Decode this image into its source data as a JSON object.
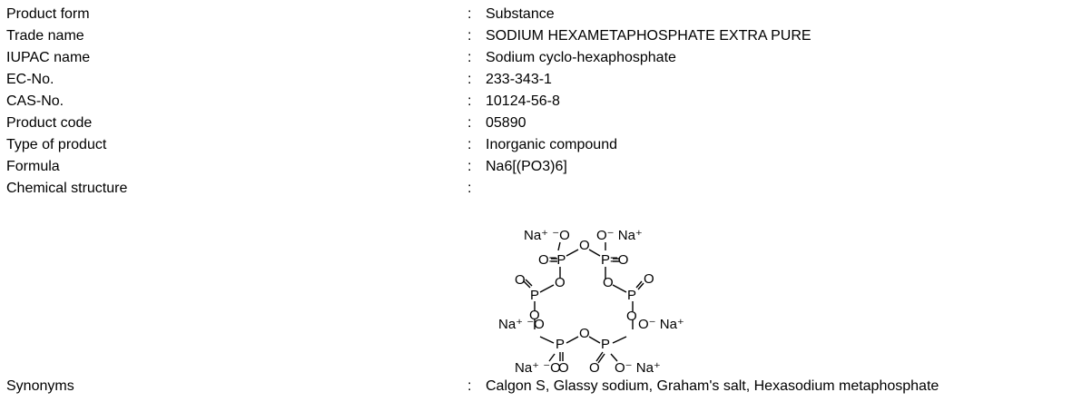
{
  "rows": [
    {
      "label": "Product form",
      "value": "Substance"
    },
    {
      "label": "Trade name",
      "value": "SODIUM HEXAMETAPHOSPHATE EXTRA PURE"
    },
    {
      "label": "IUPAC name",
      "value": "Sodium cyclo-hexaphosphate"
    },
    {
      "label": "EC-No.",
      "value": "233-343-1"
    },
    {
      "label": "CAS-No.",
      "value": "10124-56-8"
    },
    {
      "label": "Product code",
      "value": "05890"
    },
    {
      "label": "Type of product",
      "value": "Inorganic compound"
    },
    {
      "label": "Formula",
      "value": "Na6[(PO3)6]"
    },
    {
      "label": "Chemical structure",
      "value": ""
    },
    {
      "label": "Synonyms",
      "value": "Calgon S, Glassy sodium, Graham's salt, Hexasodium metaphosphate"
    }
  ],
  "separator": ":"
}
